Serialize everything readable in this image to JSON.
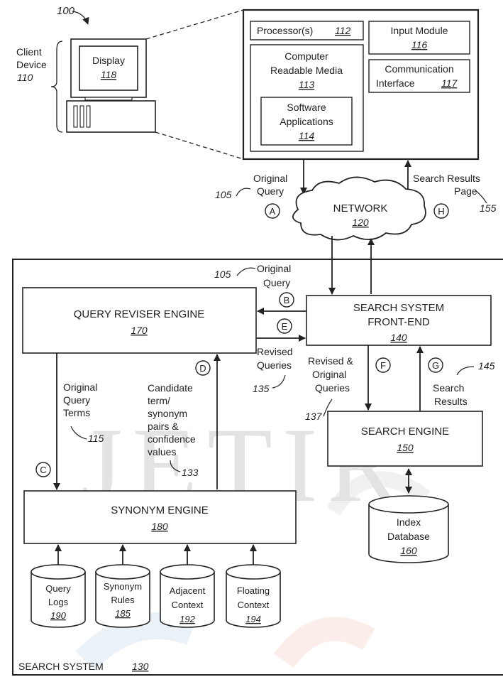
{
  "figure_ref": "100",
  "client": {
    "label_line1": "Client",
    "label_line2": "Device",
    "ref": "110",
    "display_label": "Display",
    "display_ref": "118"
  },
  "server": {
    "processor_label": "Processor(s)",
    "processor_ref": "112",
    "crm_line1": "Computer",
    "crm_line2": "Readable Media",
    "crm_ref": "113",
    "sw_line1": "Software",
    "sw_line2": "Applications",
    "sw_ref": "114",
    "input_label": "Input Module",
    "input_ref": "116",
    "comm_line1": "Communication",
    "comm_line2": "Interface",
    "comm_ref": "117"
  },
  "network": {
    "label": "NETWORK",
    "ref": "120"
  },
  "original_query": {
    "line1": "Original",
    "line2": "Query",
    "ref": "105",
    "step": "A"
  },
  "results_page": {
    "line1": "Search Results",
    "line2": "Page",
    "ref": "155",
    "step": "H"
  },
  "system": {
    "label": "SEARCH SYSTEM",
    "ref": "130"
  },
  "original_query_2": {
    "line1": "Original",
    "line2": "Query",
    "ref": "105",
    "step": "B"
  },
  "step_e": "E",
  "qre": {
    "label": "QUERY REVISER ENGINE",
    "ref": "170"
  },
  "front_end": {
    "line1": "SEARCH SYSTEM",
    "line2": "FRONT-END",
    "ref": "140"
  },
  "revised_queries": {
    "line1": "Revised",
    "line2": "Queries",
    "ref": "135"
  },
  "revised_original": {
    "line1": "Revised &",
    "line2": "Original",
    "line3": "Queries",
    "ref": "137",
    "step": "F"
  },
  "search_results": {
    "line1": "Search",
    "line2": "Results",
    "ref": "145",
    "step": "G"
  },
  "search_engine": {
    "label": "SEARCH ENGINE",
    "ref": "150"
  },
  "query_terms": {
    "line1": "Original",
    "line2": "Query",
    "line3": "Terms",
    "ref": "115",
    "step": "C"
  },
  "candidates": {
    "line1": "Candidate",
    "line2": "term/",
    "line3": "synonym",
    "line4": "pairs &",
    "line5": "confidence",
    "line6": "values",
    "ref": "133",
    "step": "D"
  },
  "index_db": {
    "line1": "Index",
    "line2": "Database",
    "ref": "160"
  },
  "synonym_engine": {
    "label": "SYNONYM ENGINE",
    "ref": "180"
  },
  "databases": [
    {
      "line1": "Query",
      "line2": "Logs",
      "ref": "190"
    },
    {
      "line1": "Synonym",
      "line2": "Rules",
      "ref": "185"
    },
    {
      "line1": "Adjacent",
      "line2": "Context",
      "ref": "192"
    },
    {
      "line1": "Floating",
      "line2": "Context",
      "ref": "194"
    }
  ],
  "watermark": "JETIR",
  "colors": {
    "line": "#222222",
    "watermark": "#e3e3e3",
    "accent_pink": "#f7c9c4",
    "accent_blue": "#cfe9f6"
  }
}
